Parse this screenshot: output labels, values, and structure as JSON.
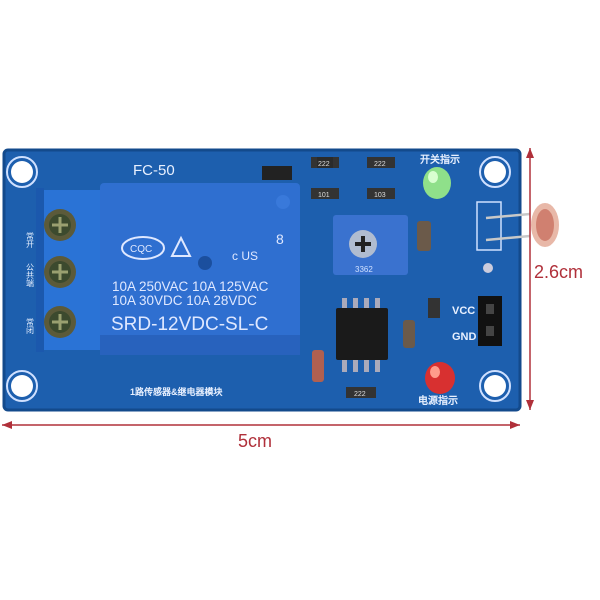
{
  "board": {
    "model": "FC-50",
    "module_label": "1路传感器&继电器模块",
    "switch_indicator": "开关指示",
    "power_indicator": "电源指示",
    "pin_vcc": "VCC",
    "pin_gnd": "GND",
    "terminal_labels": [
      "常开",
      "公共端",
      "常闭"
    ],
    "resistor_codes": [
      "222",
      "222",
      "101",
      "103",
      "222"
    ],
    "potentiometer_code": "3362"
  },
  "relay": {
    "cert_marks": [
      "CQC",
      "c US",
      "8"
    ],
    "rating_line1": "10A 250VAC  10A 125VAC",
    "rating_line2": "10A 30VDC  10A 28VDC",
    "model": "SRD-12VDC-SL-C"
  },
  "dimensions": {
    "width": "5cm",
    "height": "2.6cm"
  },
  "colors": {
    "pcb": "#1d5fae",
    "relay": "#2f6fd0",
    "dimension": "#b0303a"
  }
}
